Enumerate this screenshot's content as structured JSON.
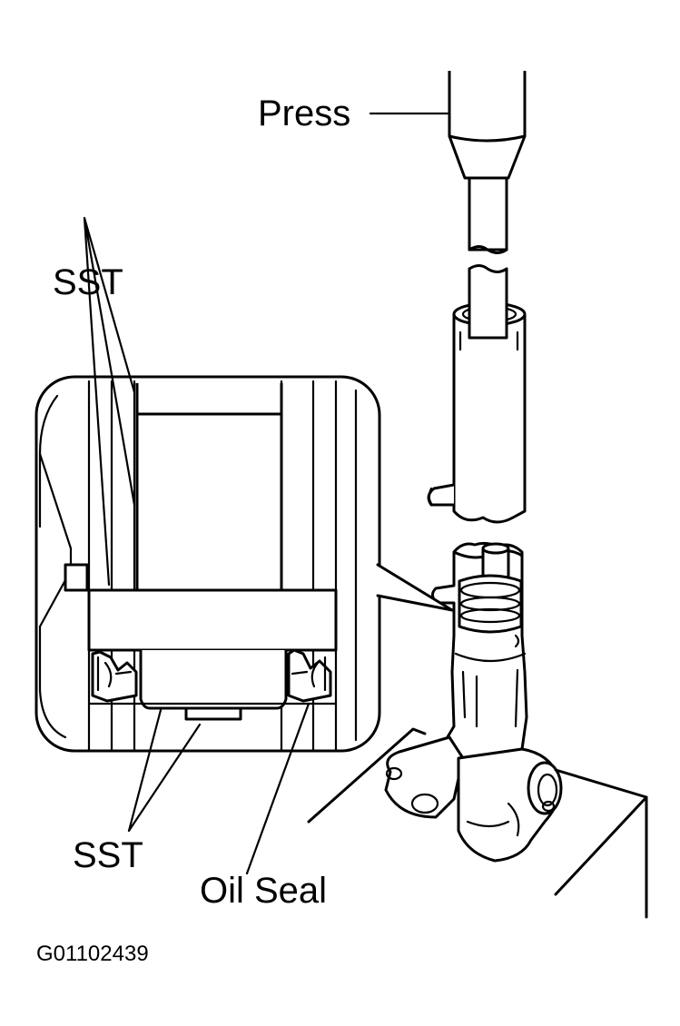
{
  "labels": {
    "press": "Press",
    "sst_top": "SST",
    "sst_bottom": "SST",
    "oil_seal": "Oil Seal",
    "figure_id": "G01102439"
  }
}
